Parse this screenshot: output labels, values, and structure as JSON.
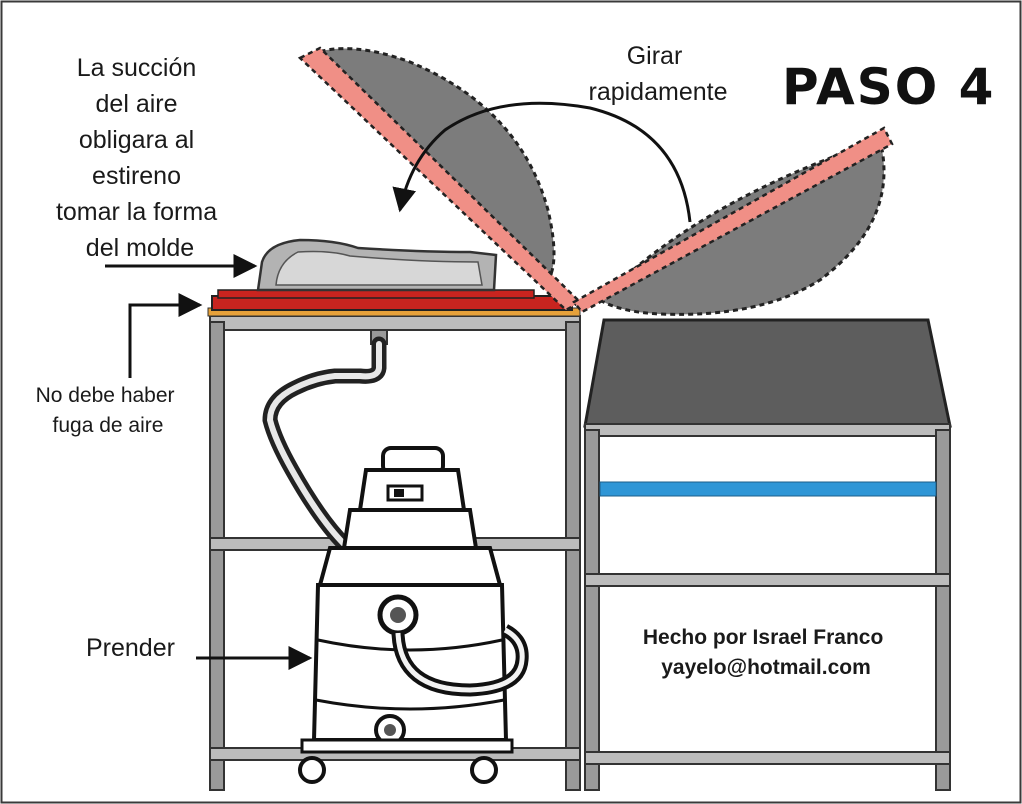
{
  "title": "PASO 4",
  "notes": {
    "suction_lines": [
      "La succión",
      "del aire",
      "obligara al",
      "estireno",
      "tomar la forma",
      "del molde"
    ],
    "rotate_lines": [
      "Girar",
      "rapidamente"
    ],
    "leak_lines": [
      "No debe haber",
      "fuga de aire"
    ],
    "power_on": "Prender"
  },
  "credit": {
    "author": "Hecho por Israel Franco",
    "email": "yayelo@hotmail.com"
  },
  "colors": {
    "frame": "#5b5b5b",
    "platen": "#c8241f",
    "frame_hinge": "#f08f86",
    "oven_top": "#5d5d5d",
    "heater_strip": "#2f96d6",
    "mold": "#b3b3b3",
    "vacuum_body": "#ffffff"
  }
}
